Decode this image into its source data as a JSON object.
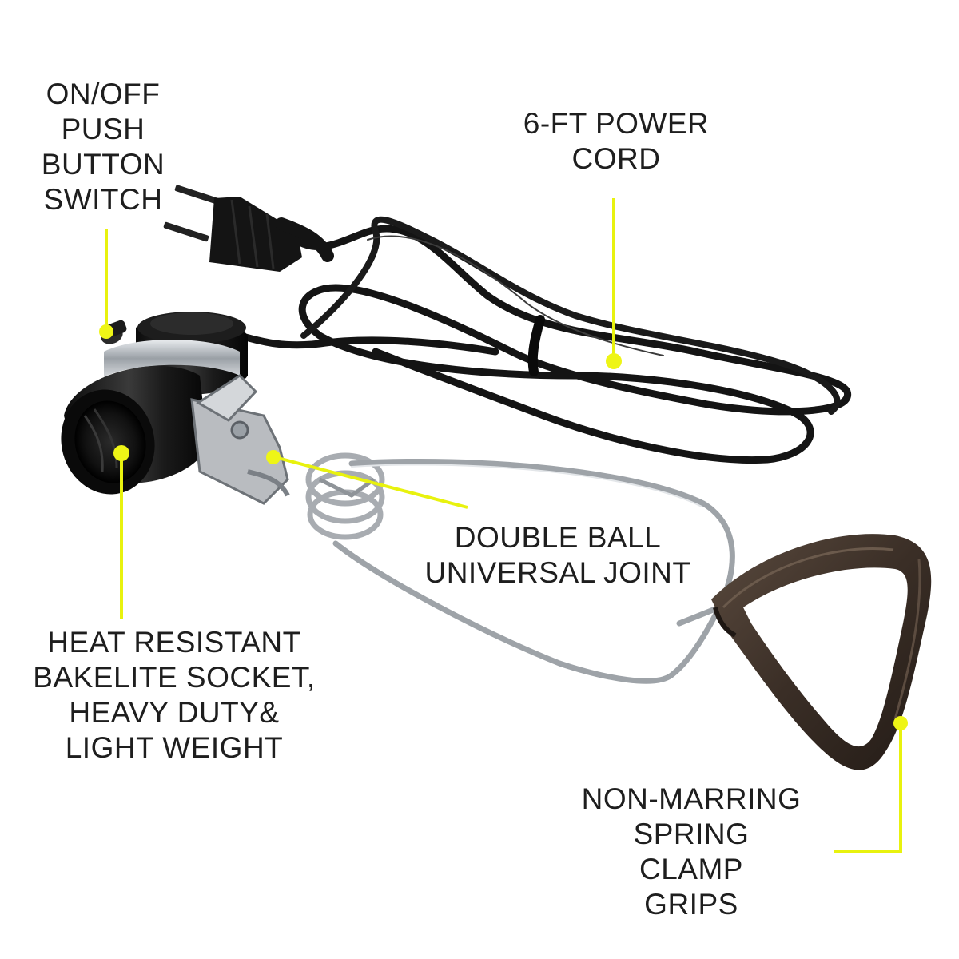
{
  "colors": {
    "background": "#ffffff",
    "callout_line": "#e8f20e",
    "callout_dot": "#eef516",
    "text": "#1e1e1e",
    "cord": "#141414",
    "grip": "#3a2e26",
    "metal": "#b9bcc0"
  },
  "product": {
    "name": "lamp socket clamp with power cord",
    "parts": [
      "plug-icon",
      "power-cord",
      "socket-icon",
      "push-switch",
      "swivel-bracket",
      "spring-coil",
      "wire-clamp",
      "clamp-grip"
    ]
  },
  "callouts": {
    "switch": {
      "lines": [
        "ON/OFF",
        "PUSH",
        "BUTTON",
        "SWITCH"
      ]
    },
    "cord": {
      "lines": [
        "6-FT POWER",
        "CORD"
      ]
    },
    "joint": {
      "lines": [
        "DOUBLE BALL",
        "UNIVERSAL JOINT"
      ]
    },
    "socket": {
      "lines": [
        "HEAT RESISTANT",
        "BAKELITE SOCKET,",
        "HEAVY DUTY&",
        "LIGHT WEIGHT"
      ]
    },
    "grips": {
      "lines": [
        "NON-MARRING",
        "SPRING",
        "CLAMP",
        "GRIPS"
      ]
    }
  }
}
